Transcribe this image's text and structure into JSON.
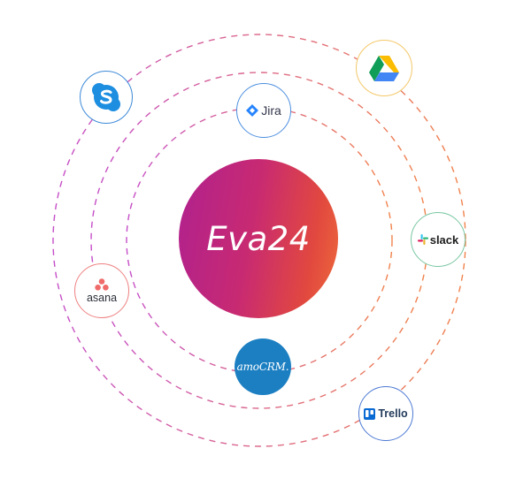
{
  "hub": {
    "title": "Eva24"
  },
  "integrations": [
    {
      "id": "skype",
      "icon": "skype-icon",
      "label": ""
    },
    {
      "id": "google-drive",
      "icon": "google-drive-icon",
      "label": ""
    },
    {
      "id": "jira",
      "icon": "jira-icon",
      "label": "Jira"
    },
    {
      "id": "slack",
      "icon": "slack-icon",
      "label": "slack"
    },
    {
      "id": "asana",
      "icon": "asana-icon",
      "label": "asana"
    },
    {
      "id": "amocrm",
      "icon": "amocrm-logo",
      "label": "amoCRM."
    },
    {
      "id": "trello",
      "icon": "trello-icon",
      "label": "Trello"
    }
  ],
  "colors": {
    "hub_gradient": [
      "#b0218f",
      "#c82a72",
      "#e1483f",
      "#ee6b3a"
    ],
    "ring_gradient": [
      "#c54dc8",
      "#f1834b"
    ],
    "skype": "#1d8ee0",
    "jira": "#2684ff",
    "asana": "#f06a6a",
    "amocrm": "#1b7fc2",
    "trello": "#0a6ad4"
  }
}
